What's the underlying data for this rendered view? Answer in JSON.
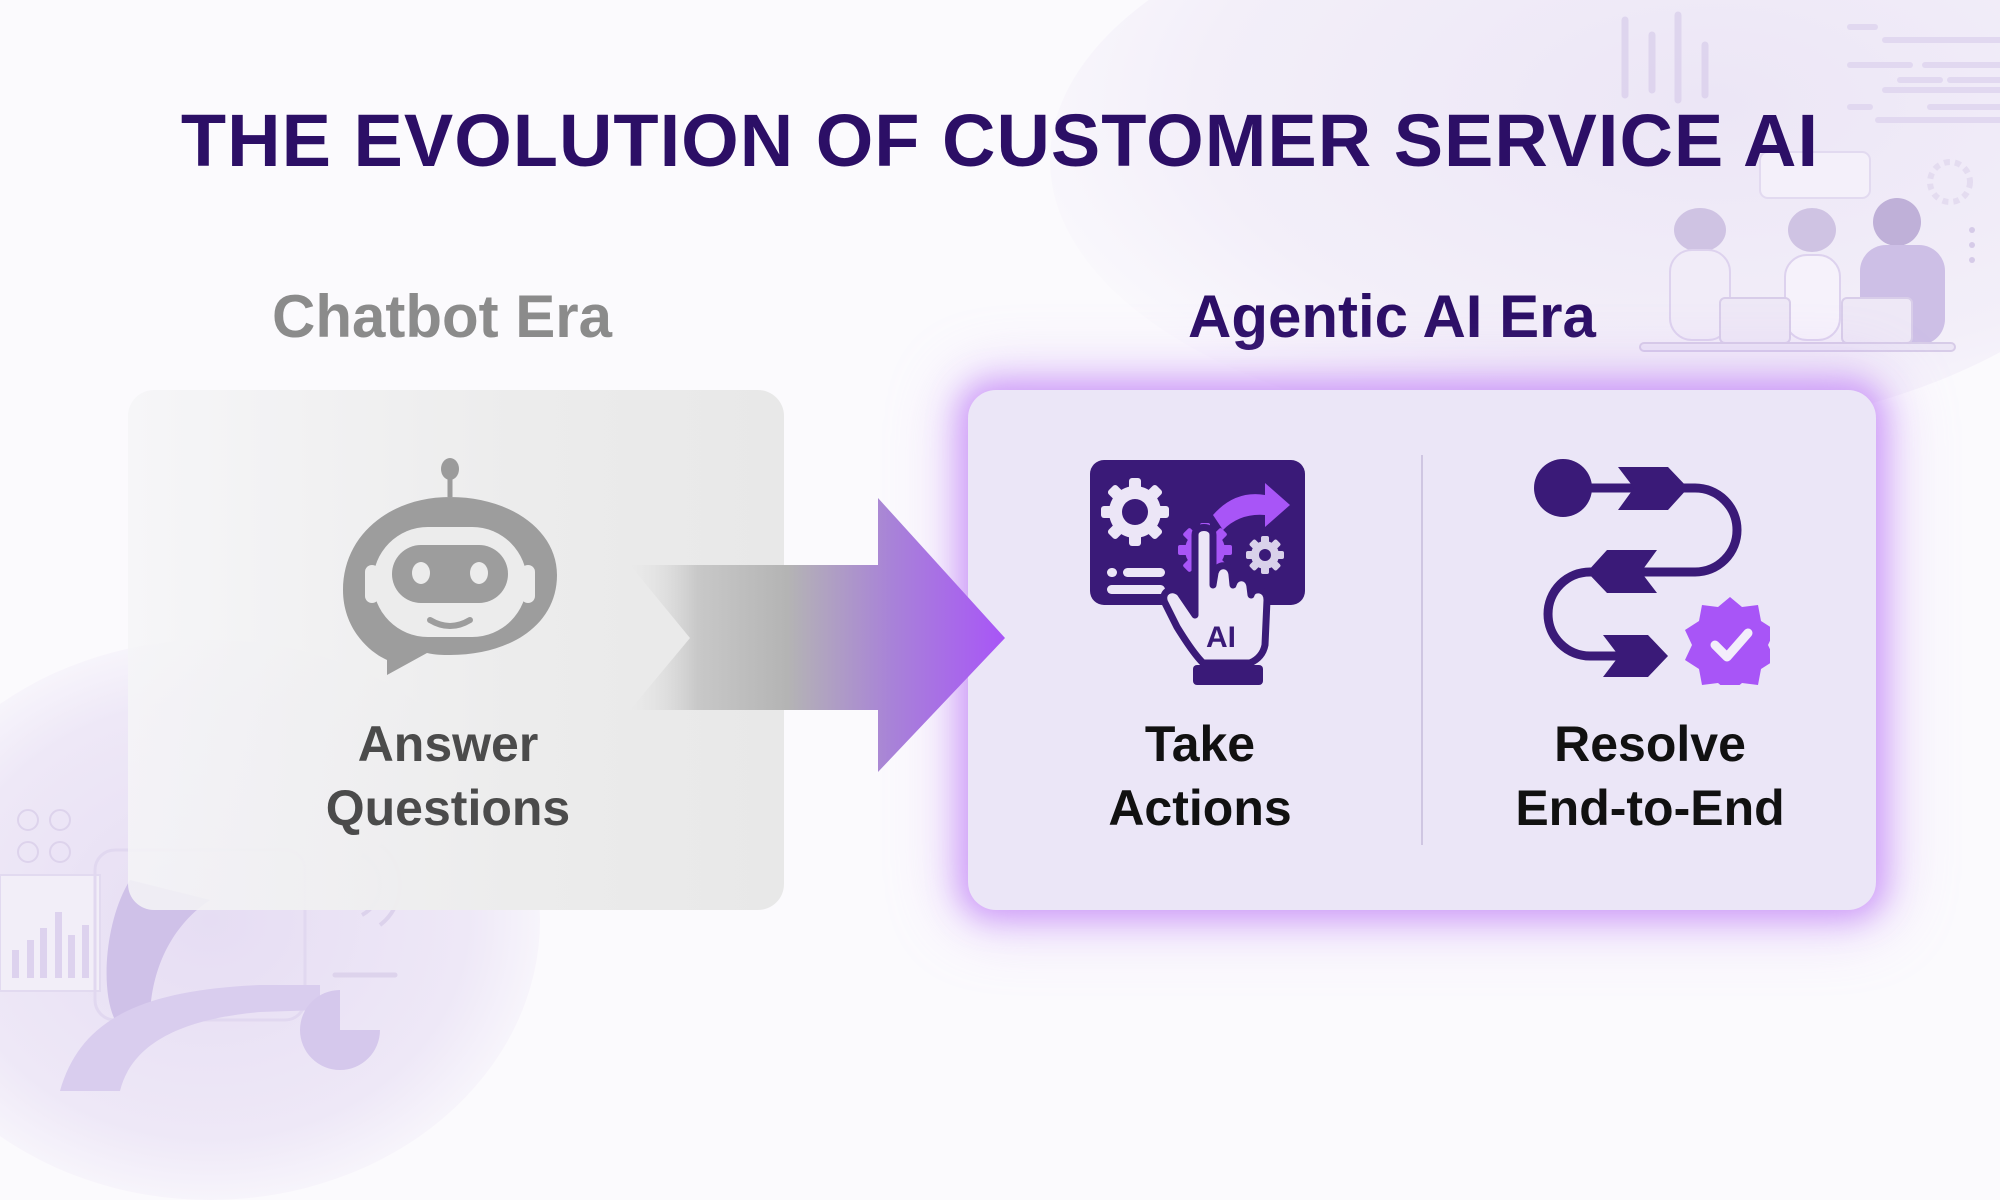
{
  "title": "THE EVOLUTION OF CUSTOMER SERVICE AI",
  "eras": {
    "chatbot": {
      "heading": "Chatbot Era",
      "icon": "chatbot-robot-icon",
      "capability_line1": "Answer",
      "capability_line2": "Questions"
    },
    "agentic": {
      "heading": "Agentic AI Era",
      "capabilities": [
        {
          "icon": "ai-hand-click-icon",
          "badge": "AI",
          "line1": "Take",
          "line2": "Actions"
        },
        {
          "icon": "workflow-check-icon",
          "line1": "Resolve",
          "line2": "End-to-End"
        }
      ]
    }
  },
  "transition_arrow": "arrow-right-icon",
  "colors": {
    "accent_dark": "#2c0f66",
    "accent_bright": "#a855f7",
    "muted": "#8b8b8b"
  }
}
